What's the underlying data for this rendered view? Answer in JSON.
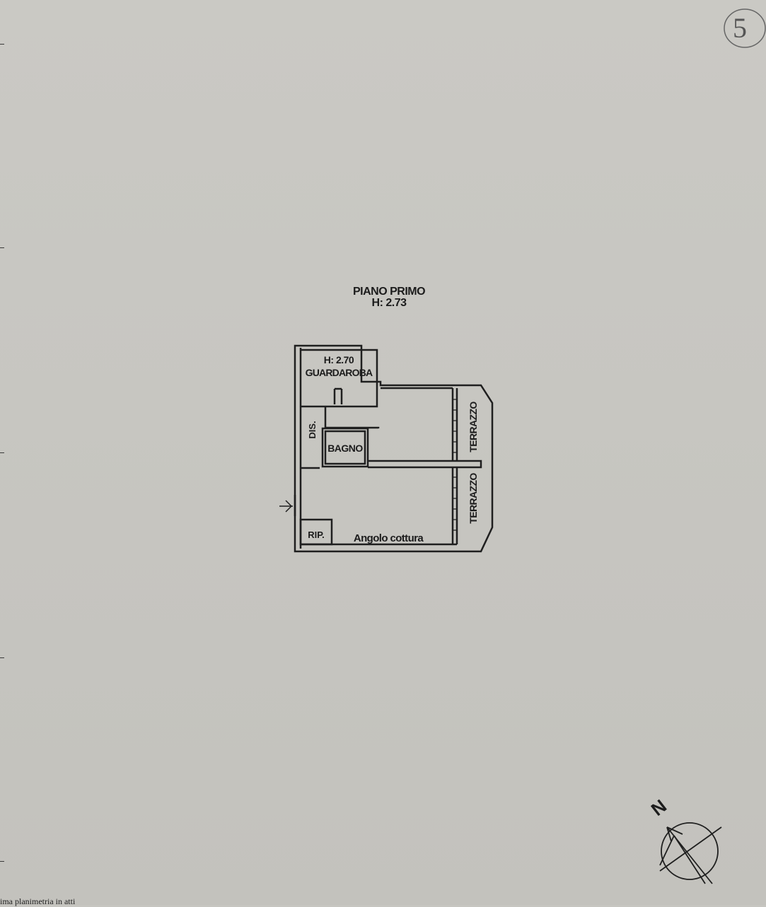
{
  "page": {
    "page_number": "5",
    "footer_fragment": "ima planimetria in atti"
  },
  "plan": {
    "floor_name": "PIANO PRIMO",
    "floor_height": "H: 2.73",
    "rooms": {
      "guardaroba": {
        "height": "H: 2.70",
        "label": "GUARDAROBA"
      },
      "disimpegno": {
        "label": "DIS."
      },
      "bagno": {
        "label": "BAGNO"
      },
      "terrazzo_upper": {
        "label": "TERRAZZO"
      },
      "terrazzo_lower": {
        "label": "TERRAZZO"
      },
      "ripostiglio": {
        "label": "RIP."
      },
      "angolo_cottura": {
        "label": "Angolo cottura"
      }
    }
  },
  "compass": {
    "north_label": "N"
  },
  "colors": {
    "paper": "#c7c6c1",
    "ink": "#1c1c1c"
  }
}
